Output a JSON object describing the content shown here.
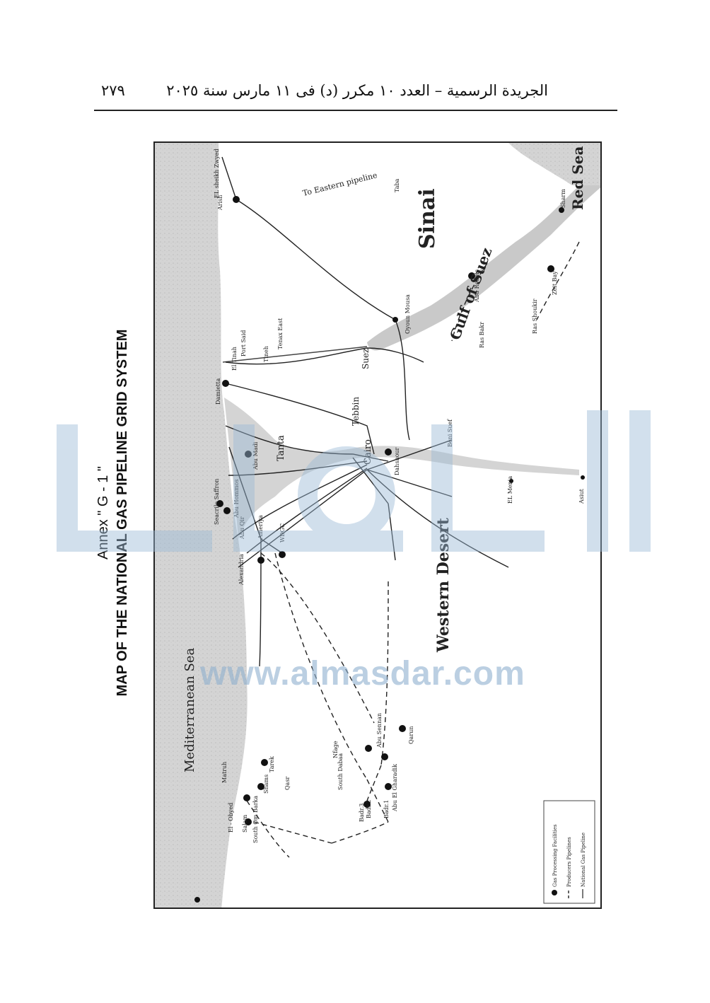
{
  "header": {
    "title": "الجريدة الرسمية – العدد ١٠ مكرر (د) فى ١١ مارس سنة ٢٠٢٥",
    "page_number": "٢٧٩"
  },
  "annex": "Annex \" G - 1 \"",
  "map_title": "MAP OF THE NATIONAL GAS PIPELINE GRID SYSTEM",
  "watermark": "www.almasdar.com",
  "map": {
    "regions": {
      "sea_north": "Mediterranean Sea",
      "sinai": "Sinai",
      "gulf": "Gulf of Suez",
      "red_sea": "Red Sea",
      "desert": "Western Desert",
      "to_eastern": "To Eastern pipeline"
    },
    "places": {
      "arish": "Arish",
      "elsheikh": "EL sheikh Zwyed",
      "taba": "Taba",
      "sharm": "Sharm",
      "abu_rudeis": "Abu Rodeis",
      "oyoun": "Oyoun Mousa",
      "ras_bakr": "Ras Bakr",
      "ras_shoukir": "Ras Shoukir",
      "zeit_bay": "Zeit Bay",
      "port_said": "Port Said",
      "tenax": "Tenax East",
      "tineh": "Tineh",
      "el_tinah": "El Tinah",
      "suez": "Suez",
      "tebbin": "Tebbin",
      "cairo": "Cairo",
      "beni_suef": "Beni Suef",
      "dahshour": "Dahshour",
      "elmenia": "EL Menia",
      "asiut": "Asiut",
      "damietta": "Damietta",
      "tanta": "Tanta",
      "abu_madi": "Abu Madi",
      "abu_homos": "Abu Hommos",
      "seacrile": "Seacrile Saffron",
      "abu_qir": "Abu Qir",
      "amereya": "Ameriya",
      "wdgc": "WDGC",
      "alexandria": "Alexandria",
      "matruh": "Matruh",
      "el_obayed": "El - Obyed",
      "salam": "Salam",
      "south_umbarka": "South Om Barka",
      "shams": "Shams",
      "tarek": "Tarek",
      "qasr": "Qasr",
      "south_dabaa": "South Dabaa",
      "nfage": "Nfage",
      "abu_sennan": "Abu Sennan",
      "qarun": "Qarun",
      "badr3": "Badr.3",
      "badr2": "Badr.2",
      "badr1": "Badr.1",
      "abu_gharadiq": "Abu El Gharadik"
    },
    "legend": {
      "facilities": "Gas Processing Facilities",
      "producers": "Producers Pipelines",
      "national": "National Gas Pipeline"
    }
  }
}
